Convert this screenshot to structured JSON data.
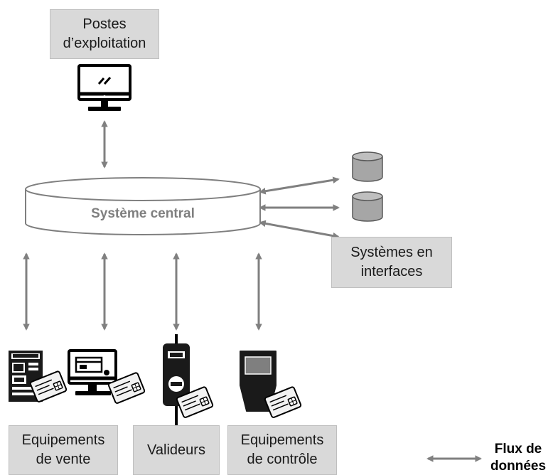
{
  "nodes": {
    "postes": "Postes\nd’exploitation",
    "central": "Système central",
    "interfaces": "Systèmes en\ninterfaces",
    "vente": "Equipements\nde vente",
    "valideurs": "Valideurs",
    "controle": "Equipements\nde contrôle"
  },
  "icons": {
    "monitor": "monitor-icon",
    "database": "database-icon",
    "kiosk": "ticket-kiosk-icon",
    "sales_terminal": "sales-terminal-icon",
    "validator": "validator-icon",
    "handheld": "handheld-controller-icon",
    "card": "smart-card-icon"
  },
  "legend": {
    "label": "Flux de\ndonnées"
  },
  "colors": {
    "arrow": "#7f7f7f",
    "box_fill": "#d9d9d9",
    "central_text": "#7f7f7f",
    "database_fill": "#a6a6a6"
  }
}
